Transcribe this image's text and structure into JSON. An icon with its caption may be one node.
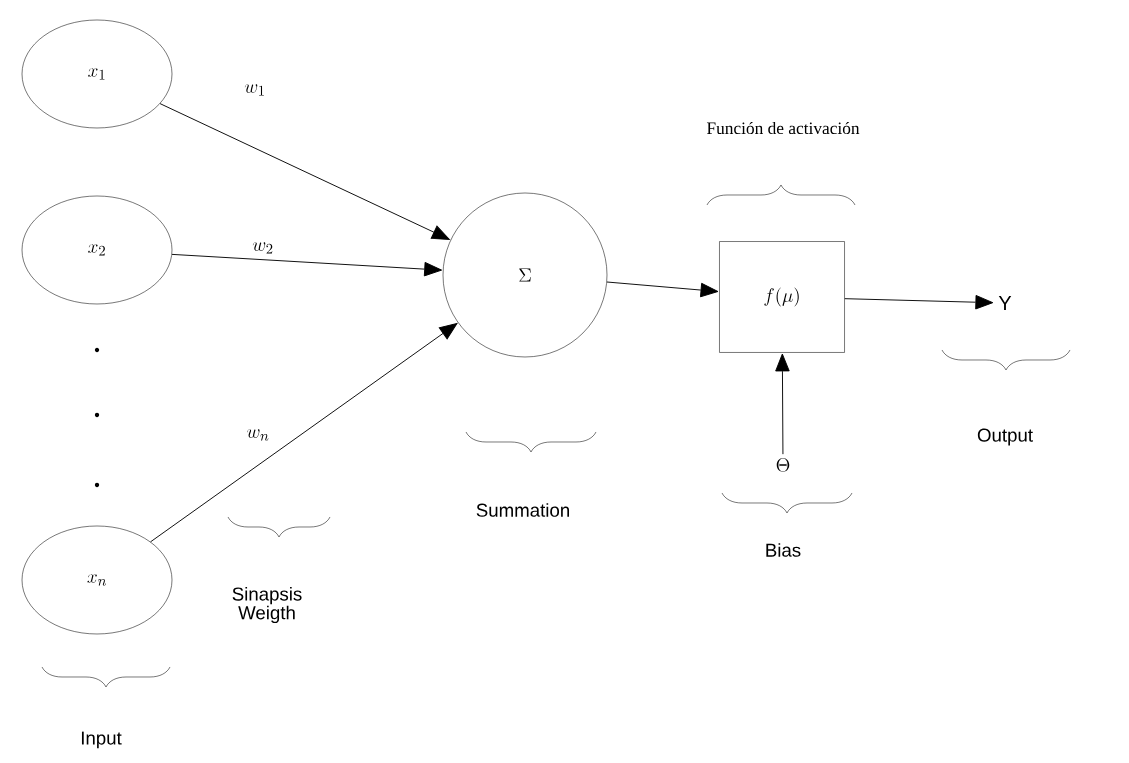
{
  "diagram": {
    "nodes": [
      {
        "text": [
          "x_1"
        ]
      },
      {
        "text": [
          "x_2"
        ]
      },
      {
        "text": [
          "x_n"
        ]
      },
      {
        "text": [
          "\\Sigma"
        ]
      },
      {
        "text": [
          "f(\\mu)"
        ]
      },
      {
        "text": [
          "\\mathrm{Y}"
        ]
      },
      {
        "text": [
          "\\Theta"
        ]
      }
    ],
    "edges": [
      {
        "from": 0,
        "to": 3,
        "arrow": "to",
        "label": "w_1"
      },
      {
        "from": 1,
        "to": 3,
        "arrow": "to",
        "label": "w_2"
      },
      {
        "from": 2,
        "to": 3,
        "arrow": "to",
        "label": "w_n"
      },
      {
        "from": 3,
        "to": 4,
        "arrow": "to"
      },
      {
        "from": 4,
        "to": 5,
        "arrow": "to"
      },
      {
        "from": 6,
        "to": 4,
        "arrow": "to"
      }
    ],
    "labels": [
      "Función de activación",
      "Summation",
      "Bias",
      "Output",
      "Sinapsis Weigth",
      "Input"
    ]
  }
}
